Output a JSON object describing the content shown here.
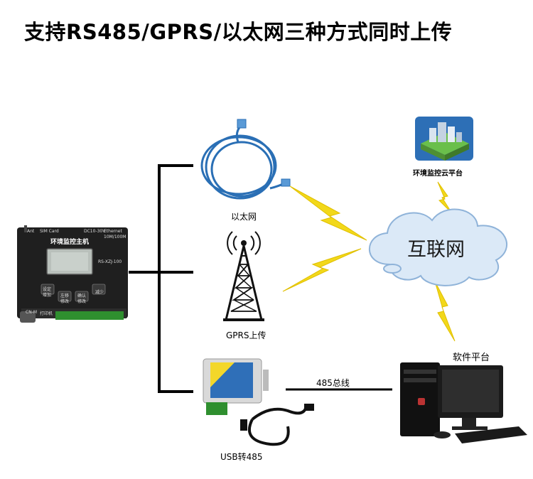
{
  "title": "支持RS485/GPRS/以太网三种方式同时上传",
  "device": {
    "name": "环境监控主机",
    "model": "RS-XZJ-100",
    "ports": [
      "Ant",
      "SIM Card",
      "DC10-30V",
      "Ethernet",
      "10M/100M"
    ],
    "buttons": [
      "设定",
      "增加",
      "左移",
      "修改",
      "确认",
      "修改",
      "减少"
    ],
    "bottom_label": "CN-M",
    "printer_label": "打印机"
  },
  "nodes": {
    "ethernet": "以太网",
    "gprs": "GPRS上传",
    "usb485": "USB转485",
    "internet": "互联网",
    "cloud_platform": "环境监控云平台",
    "software_platform": "软件平台"
  },
  "links": {
    "bus485": "485总线"
  },
  "colors": {
    "cable": "#2a6fb5",
    "lightning": "#f2d81a",
    "cloud_fill": "#dbe9f7",
    "cloud_stroke": "#8fb3d9",
    "device_body": "#1f1f1f",
    "terminal": "#2f8f2f"
  }
}
